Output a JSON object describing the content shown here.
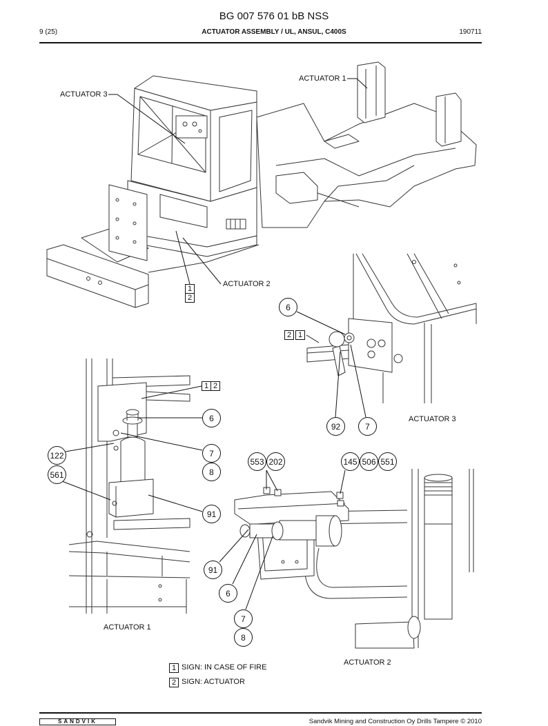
{
  "header": {
    "doc_number": "BG 007 576 01 bB NSS",
    "page": "9 (25)",
    "title": "ACTUATOR ASSEMBLY / UL, ANSUL, C400S",
    "date": "190711"
  },
  "view_labels": [
    "ACTUATOR 1",
    "ACTUATOR 3",
    "ACTUATOR 2",
    "ACTUATOR 3",
    "ACTUATOR 1",
    "ACTUATOR 2"
  ],
  "sign_markers": [
    "1",
    "2",
    "2",
    "1",
    "1",
    "2"
  ],
  "callouts": [
    "6",
    "92",
    "7",
    "6",
    "122",
    "561",
    "7",
    "8",
    "91",
    "553",
    "202",
    "145",
    "506",
    "551",
    "91",
    "6",
    "7",
    "8"
  ],
  "legend": [
    {
      "number": "1",
      "text": "SIGN: IN CASE OF FIRE"
    },
    {
      "number": "2",
      "text": "SIGN: ACTUATOR"
    }
  ],
  "footer": {
    "logo": "SANDVIK",
    "copyright": "Sandvik Mining and Construction Oy Drills Tampere © 2010"
  }
}
